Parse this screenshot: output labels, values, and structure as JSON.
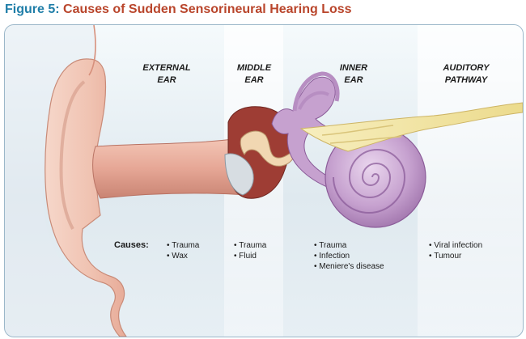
{
  "figure": {
    "label": "Figure 5:",
    "title": "Causes of Sudden Sensorineural Hearing Loss"
  },
  "sections": [
    {
      "id": "external",
      "line1": "EXTERNAL",
      "line2": "EAR"
    },
    {
      "id": "middle",
      "line1": "MIDDLE",
      "line2": "EAR"
    },
    {
      "id": "inner",
      "line1": "INNER",
      "line2": "EAR"
    },
    {
      "id": "auditory",
      "line1": "AUDITORY",
      "line2": "PATHWAY"
    }
  ],
  "causes_label": "Causes:",
  "causes": {
    "external": [
      "Trauma",
      "Wax"
    ],
    "middle": [
      "Trauma",
      "Fluid"
    ],
    "inner": [
      "Trauma",
      "Infection",
      "Meniere's disease"
    ],
    "auditory": [
      "Viral infection",
      "Tumour"
    ]
  },
  "colors": {
    "title_label": "#1f7ea8",
    "title_text": "#b9452b",
    "skin": "#f0c3b2",
    "canal": "#e6a796",
    "middle_ear": "#9e3d34",
    "ossicles": "#f1d7b2",
    "eardrum": "#d7dde2",
    "cochlea": "#c6a1cf",
    "nerve": "#f3e6a3"
  }
}
